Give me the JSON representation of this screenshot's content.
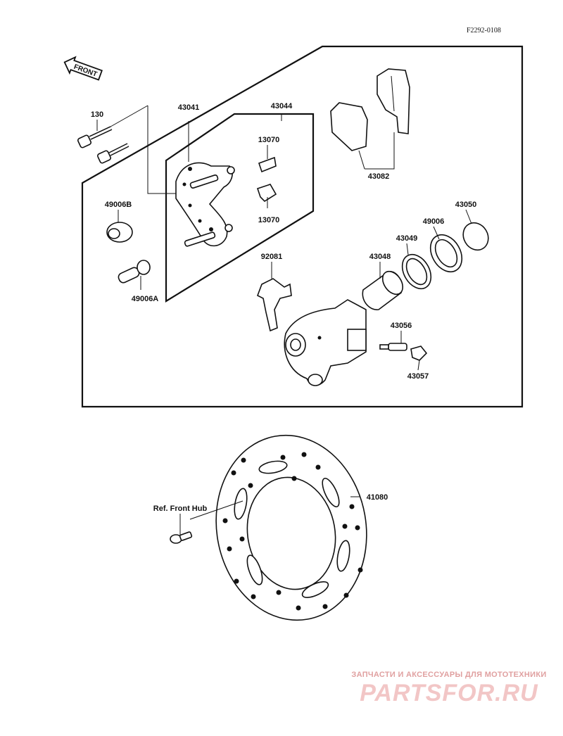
{
  "diagram_code": "F2292-0108",
  "front_arrow_label": "FRONT",
  "parts": [
    {
      "id": "130"
    },
    {
      "id": "43041"
    },
    {
      "id": "43044"
    },
    {
      "id": "13070"
    },
    {
      "id": "13070"
    },
    {
      "id": "43082"
    },
    {
      "id": "49006B"
    },
    {
      "id": "49006A"
    },
    {
      "id": "92081"
    },
    {
      "id": "43048"
    },
    {
      "id": "43049"
    },
    {
      "id": "49006"
    },
    {
      "id": "43050"
    },
    {
      "id": "43056"
    },
    {
      "id": "43057"
    },
    {
      "id": "41080"
    }
  ],
  "reference_note": "Ref. Front Hub",
  "watermark": {
    "tagline": "ЗАПЧАСТИ И АКСЕССУАРЫ ДЛЯ МОТОТЕХНИКИ",
    "site": "PARTSFOR.RU"
  }
}
